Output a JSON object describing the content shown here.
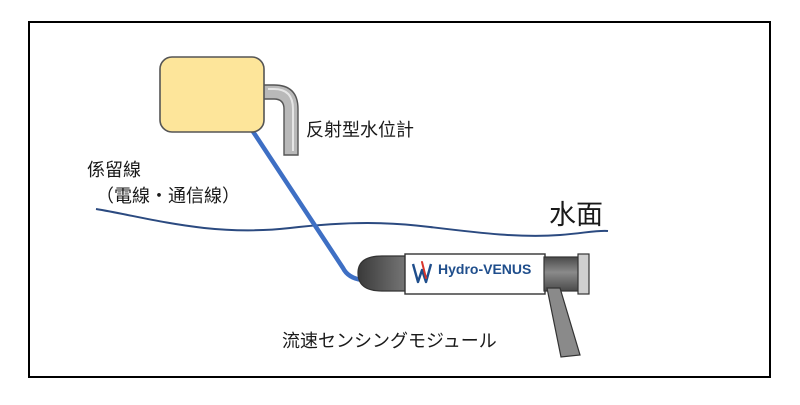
{
  "labels": {
    "gauge": "反射型水位計",
    "tether_line1": "係留線",
    "tether_line2": "（電線・通信線）",
    "water_surface": "水面",
    "module": "流速センシングモジュール"
  },
  "brand": {
    "text": "Hydro-VENUS"
  },
  "colors": {
    "float_fill": "#fde59a",
    "cable": "#3e6fc4",
    "water_line": "#2b4a80",
    "module_gray": "#7a7a7a",
    "module_dark": "#3a3a3a",
    "brand_blue": "#1f4e8c",
    "brand_red": "#d8342a",
    "pipe_gray": "#b9b9b9"
  }
}
